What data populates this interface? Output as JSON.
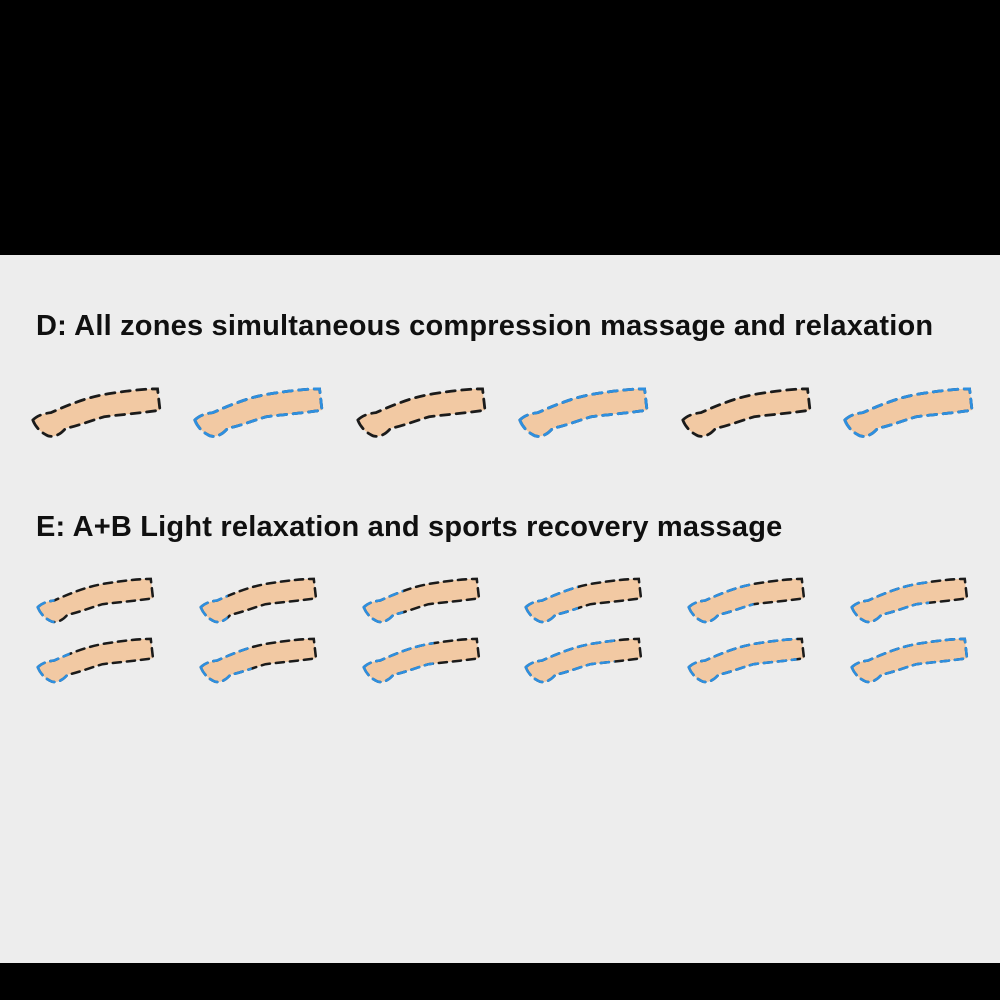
{
  "page": {
    "background": "#000000",
    "panel_background": "#ededed"
  },
  "colors": {
    "skin": "#f2c9a3",
    "black_line": "#1b1b1b",
    "blue_line": "#2e8fdf",
    "title_text": "#101010"
  },
  "icons": {
    "leg": "leg-outline-icon"
  },
  "sections": [
    {
      "id": "D",
      "title": "D: All zones simultaneous compression massage and relaxation",
      "rows": [
        [
          0,
          1,
          0,
          1,
          0,
          1
        ]
      ]
    },
    {
      "id": "E",
      "title": "E: A+B Light relaxation and sports recovery massage",
      "rows": [
        [
          0.18,
          0.26,
          0.36,
          0.46,
          0.56,
          0.66
        ],
        [
          0.3,
          0.45,
          0.6,
          0.75,
          0.9,
          1.0
        ]
      ]
    }
  ]
}
